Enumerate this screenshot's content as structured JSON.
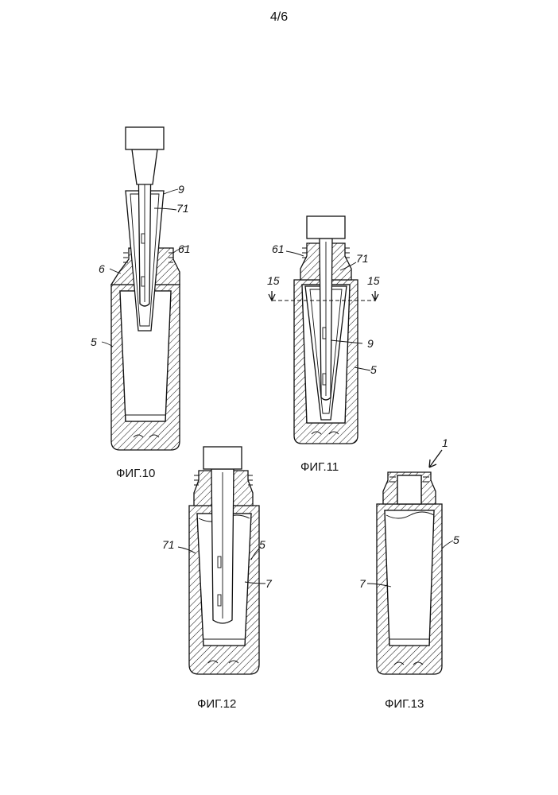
{
  "page_number": "4/6",
  "figures": [
    {
      "caption": "ФИГ.10",
      "labels": [
        "9",
        "71",
        "61",
        "6",
        "5"
      ]
    },
    {
      "caption": "ФИГ.11",
      "labels": [
        "61",
        "71",
        "15",
        "15",
        "9",
        "5"
      ]
    },
    {
      "caption": "ФИГ.12",
      "labels": [
        "71",
        "5",
        "7"
      ]
    },
    {
      "caption": "ФИГ.13",
      "labels": [
        "1",
        "5",
        "7"
      ]
    }
  ]
}
